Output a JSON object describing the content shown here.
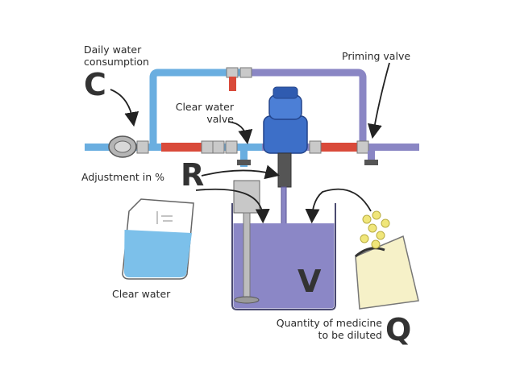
{
  "labels": {
    "daily_water_line1": "Daily water",
    "daily_water_line2": "consumption",
    "priming_valve": "Priming valve",
    "clear_water_valve_line1": "Clear water",
    "clear_water_valve_line2": "valve",
    "adjustment": "Adjustment in %",
    "clear_water": "Clear water",
    "quantity_line1": "Quantity of medicine",
    "quantity_line2": "to be diluted"
  },
  "letters": {
    "C": "C",
    "R": "R",
    "V": "V",
    "Q": "Q"
  },
  "colors": {
    "pipe_blue": "#6aaee0",
    "pipe_purple": "#8a86c4",
    "valve_red": "#d94a3a",
    "dosing_pump": "#3d6fc8",
    "tank_liquid": "#8b87c6",
    "beaker_water": "#7cc0ea",
    "powder_bag": "#f6f1c8",
    "powder_granules": "#f0e67a"
  }
}
